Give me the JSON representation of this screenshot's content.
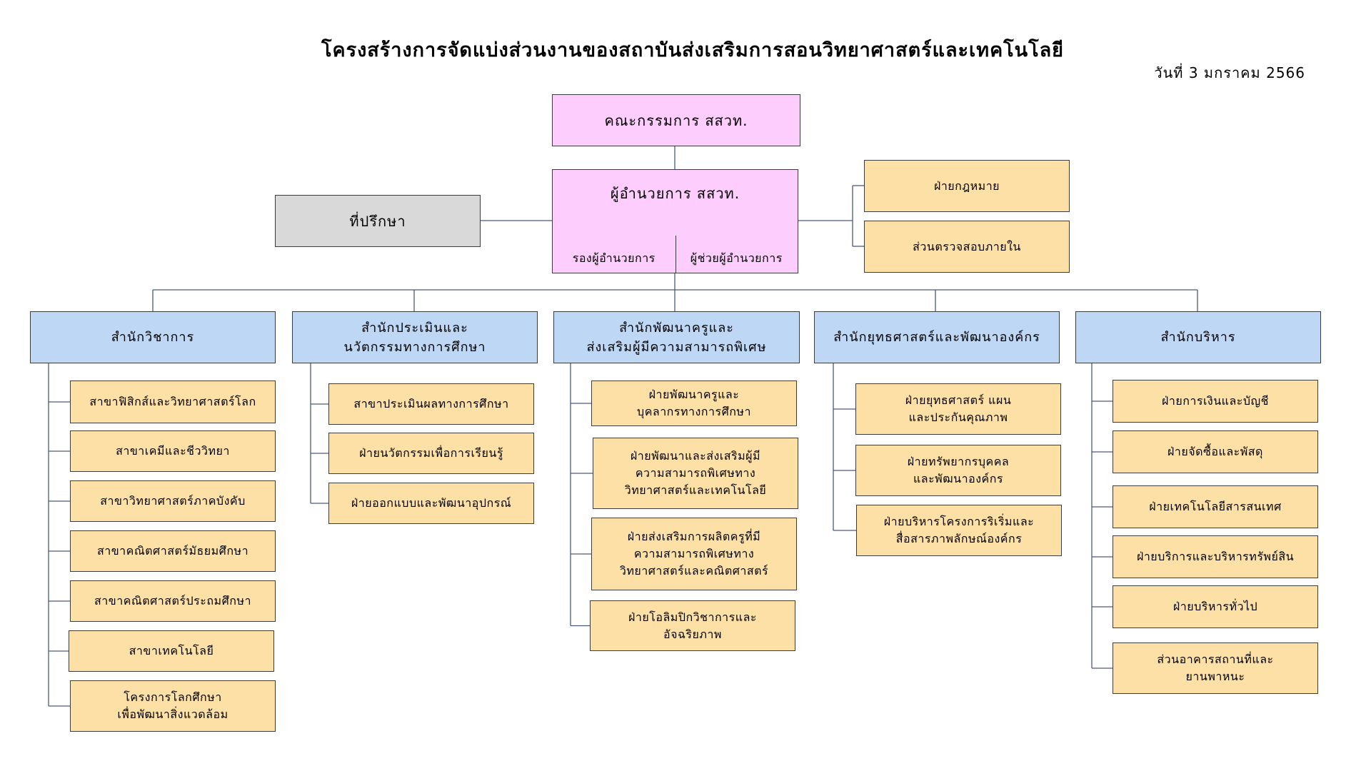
{
  "title": "โครงสร้างการจัดแบ่งส่วนงานของสถาบันส่งเสริมการสอนวิทยาศาสตร์และเทคโนโลยี",
  "date": "วันที่ 3 มกราคม 2566",
  "colors": {
    "board": "#fdcdfd",
    "advisor": "#d9d9d9",
    "bureau": "#bdd7f5",
    "unit": "#fce0a6",
    "line": "#4a5a78"
  },
  "board": "คณะกรรมการ สสวท.",
  "director": {
    "title": "ผู้อำนวยการ สสวท.",
    "deputy": "รองผู้อำนวยการ",
    "assistant": "ผู้ช่วยผู้อำนวยการ"
  },
  "advisor": "ที่ปรึกษา",
  "side_units": [
    "ฝ่ายกฎหมาย",
    "ส่วนตรวจสอบภายใน"
  ],
  "bureaus": [
    {
      "name": "สำนักวิชาการ",
      "units": [
        "สาขาฟิสิกส์และวิทยาศาสตร์โลก",
        "สาขาเคมีและชีววิทยา",
        "สาขาวิทยาศาสตร์ภาคบังคับ",
        "สาขาคณิตศาสตร์มัธยมศึกษา",
        "สาขาคณิตศาสตร์ประถมศึกษา",
        "สาขาเทคโนโลยี",
        "โครงการโลกศึกษา\nเพื่อพัฒนาสิ่งแวดล้อม"
      ]
    },
    {
      "name": "สำนักประเมินและ\nนวัตกรรมทางการศึกษา",
      "units": [
        "สาขาประเมินผลทางการศึกษา",
        "ฝ่ายนวัตกรรมเพื่อการเรียนรู้",
        "ฝ่ายออกแบบและพัฒนาอุปกรณ์"
      ]
    },
    {
      "name": "สำนักพัฒนาครูและ\nส่งเสริมผู้มีความสามารถพิเศษ",
      "units": [
        "ฝ่ายพัฒนาครูและ\nบุคลากรทางการศึกษา",
        "ฝ่ายพัฒนาและส่งเสริมผู้มี\nความสามารถพิเศษทาง\nวิทยาศาสตร์และเทคโนโลยี",
        "ฝ่ายส่งเสริมการผลิตครูที่มี\nความสามารถพิเศษทาง\nวิทยาศาสตร์และคณิตศาสตร์",
        "ฝ่ายโอลิมปิกวิชาการและ\nอัจฉริยภาพ"
      ]
    },
    {
      "name": "สำนักยุทธศาสตร์และพัฒนาองค์กร",
      "units": [
        "ฝ่ายยุทธศาสตร์ แผน\nและประกันคุณภาพ",
        "ฝ่ายทรัพยากรบุคคล\nและพัฒนาองค์กร",
        "ฝ่ายบริหารโครงการริเริ่มและ\nสื่อสารภาพลักษณ์องค์กร"
      ]
    },
    {
      "name": "สำนักบริหาร",
      "units": [
        "ฝ่ายการเงินและบัญชี",
        "ฝ่ายจัดซื้อและพัสดุ",
        "ฝ่ายเทคโนโลยีสารสนเทศ",
        "ฝ่ายบริการและบริหารทรัพย์สิน",
        "ฝ่ายบริหารทั่วไป",
        "ส่วนอาคารสถานที่และ\nยานพาหนะ"
      ]
    }
  ]
}
